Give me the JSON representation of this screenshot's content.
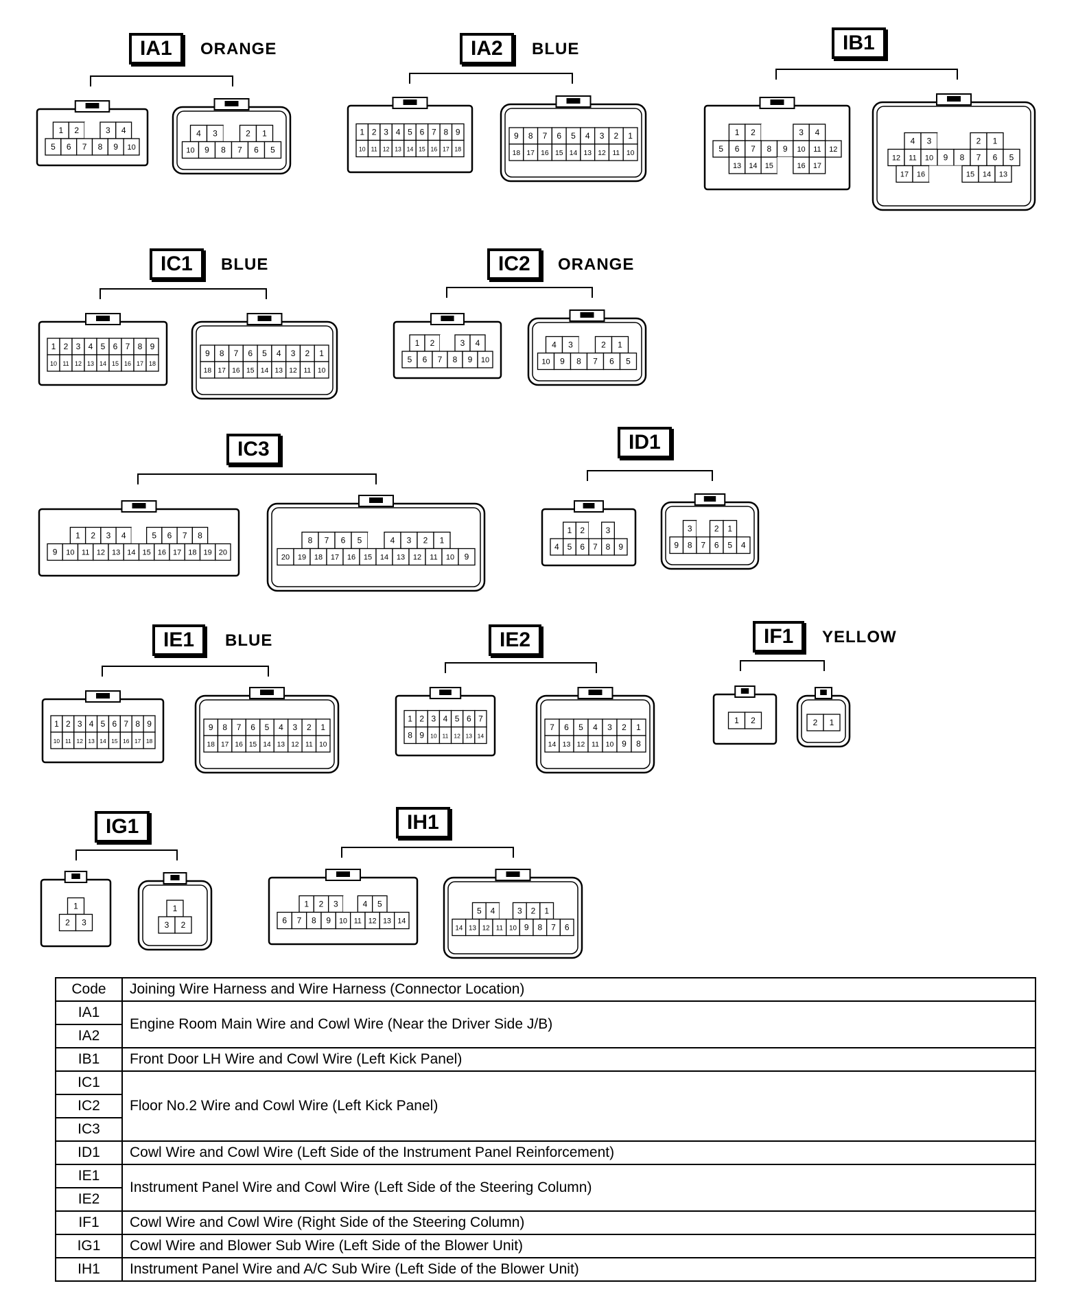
{
  "connectors": [
    {
      "code": "IA1",
      "color": "ORANGE",
      "rows_a": [
        [
          "1",
          "2",
          "",
          "3",
          "4"
        ],
        [
          "5",
          "6",
          "7",
          "8",
          "9",
          "10"
        ]
      ],
      "rows_b": [
        [
          "4",
          "3",
          "",
          "2",
          "1"
        ],
        [
          "10",
          "9",
          "8",
          "7",
          "6",
          "5"
        ]
      ]
    },
    {
      "code": "IA2",
      "color": "BLUE",
      "rows_a": [
        [
          "1",
          "2",
          "3",
          "4",
          "5",
          "6",
          "7",
          "8",
          "9"
        ],
        [
          "10",
          "11",
          "12",
          "13",
          "14",
          "15",
          "16",
          "17",
          "18"
        ]
      ],
      "rows_b": [
        [
          "9",
          "8",
          "7",
          "6",
          "5",
          "4",
          "3",
          "2",
          "1"
        ],
        [
          "18",
          "17",
          "16",
          "15",
          "14",
          "13",
          "12",
          "11",
          "10"
        ]
      ]
    },
    {
      "code": "IB1",
      "color": "",
      "rows_a": [
        [
          "1",
          "2",
          "",
          "",
          "3",
          "4"
        ],
        [
          "5",
          "6",
          "7",
          "8",
          "9",
          "10",
          "11",
          "12"
        ],
        [
          "13",
          "14",
          "15",
          "",
          "16",
          "17"
        ]
      ],
      "rows_b": [
        [
          "4",
          "3",
          "",
          "",
          "2",
          "1"
        ],
        [
          "12",
          "11",
          "10",
          "9",
          "8",
          "7",
          "6",
          "5"
        ],
        [
          "17",
          "16",
          "",
          "",
          "15",
          "14",
          "13"
        ]
      ]
    },
    {
      "code": "IC1",
      "color": "BLUE",
      "rows_a": [
        [
          "1",
          "2",
          "3",
          "4",
          "5",
          "6",
          "7",
          "8",
          "9"
        ],
        [
          "10",
          "11",
          "12",
          "13",
          "14",
          "15",
          "16",
          "17",
          "18"
        ]
      ],
      "rows_b": [
        [
          "9",
          "8",
          "7",
          "6",
          "5",
          "4",
          "3",
          "2",
          "1"
        ],
        [
          "18",
          "17",
          "16",
          "15",
          "14",
          "13",
          "12",
          "11",
          "10"
        ]
      ]
    },
    {
      "code": "IC2",
      "color": "ORANGE",
      "rows_a": [
        [
          "1",
          "2",
          "",
          "3",
          "4"
        ],
        [
          "5",
          "6",
          "7",
          "8",
          "9",
          "10"
        ]
      ],
      "rows_b": [
        [
          "4",
          "3",
          "",
          "2",
          "1"
        ],
        [
          "10",
          "9",
          "8",
          "7",
          "6",
          "5"
        ]
      ]
    },
    {
      "code": "IC3",
      "color": "",
      "rows_a": [
        [
          "1",
          "2",
          "3",
          "4",
          "",
          "5",
          "6",
          "7",
          "8"
        ],
        [
          "9",
          "10",
          "11",
          "12",
          "13",
          "14",
          "15",
          "16",
          "17",
          "18",
          "19",
          "20"
        ]
      ],
      "rows_b": [
        [
          "8",
          "7",
          "6",
          "5",
          "",
          "4",
          "3",
          "2",
          "1"
        ],
        [
          "20",
          "19",
          "18",
          "17",
          "16",
          "15",
          "14",
          "13",
          "12",
          "11",
          "10",
          "9"
        ]
      ]
    },
    {
      "code": "ID1",
      "color": "",
      "rows_a": [
        [
          "1",
          "2",
          "",
          "3"
        ],
        [
          "4",
          "5",
          "6",
          "7",
          "8",
          "9"
        ]
      ],
      "rows_b": [
        [
          "3",
          "",
          "2",
          "1"
        ],
        [
          "9",
          "8",
          "7",
          "6",
          "5",
          "4"
        ]
      ]
    },
    {
      "code": "IE1",
      "color": "BLUE",
      "rows_a": [
        [
          "1",
          "2",
          "3",
          "4",
          "5",
          "6",
          "7",
          "8",
          "9"
        ],
        [
          "10",
          "11",
          "12",
          "13",
          "14",
          "15",
          "16",
          "17",
          "18"
        ]
      ],
      "rows_b": [
        [
          "9",
          "8",
          "7",
          "6",
          "5",
          "4",
          "3",
          "2",
          "1"
        ],
        [
          "18",
          "17",
          "16",
          "15",
          "14",
          "13",
          "12",
          "11",
          "10"
        ]
      ]
    },
    {
      "code": "IE2",
      "color": "",
      "rows_a": [
        [
          "1",
          "2",
          "3",
          "4",
          "5",
          "6",
          "7"
        ],
        [
          "8",
          "9",
          "10",
          "11",
          "12",
          "13",
          "14"
        ]
      ],
      "rows_b": [
        [
          "7",
          "6",
          "5",
          "4",
          "3",
          "2",
          "1"
        ],
        [
          "14",
          "13",
          "12",
          "11",
          "10",
          "9",
          "8"
        ]
      ]
    },
    {
      "code": "IF1",
      "color": "YELLOW",
      "rows_a": [
        [
          "1",
          "2"
        ]
      ],
      "rows_b": [
        [
          "2",
          "1"
        ]
      ]
    },
    {
      "code": "IG1",
      "color": "",
      "rows_a": [
        [
          "1"
        ],
        [
          "2",
          "3"
        ]
      ],
      "rows_b": [
        [
          "1"
        ],
        [
          "3",
          "2"
        ]
      ]
    },
    {
      "code": "IH1",
      "color": "",
      "rows_a": [
        [
          "1",
          "2",
          "3",
          "",
          "4",
          "5"
        ],
        [
          "6",
          "7",
          "8",
          "9",
          "10",
          "11",
          "12",
          "13",
          "14"
        ]
      ],
      "rows_b": [
        [
          "5",
          "4",
          "",
          "3",
          "2",
          "1"
        ],
        [
          "14",
          "13",
          "12",
          "11",
          "10",
          "9",
          "8",
          "7",
          "6"
        ]
      ]
    }
  ],
  "table": {
    "header_code": "Code",
    "header_desc": "Joining Wire Harness and Wire Harness (Connector Location)",
    "rows": [
      {
        "codes": [
          "IA1",
          "IA2"
        ],
        "desc": "Engine Room Main Wire and Cowl Wire (Near the Driver Side J/B)"
      },
      {
        "codes": [
          "IB1"
        ],
        "desc": "Front Door LH Wire and Cowl Wire (Left Kick Panel)"
      },
      {
        "codes": [
          "IC1",
          "IC2",
          "IC3"
        ],
        "desc": "Floor No.2 Wire and Cowl Wire (Left Kick Panel)"
      },
      {
        "codes": [
          "ID1"
        ],
        "desc": "Cowl Wire and Cowl Wire (Left Side of the Instrument Panel Reinforcement)"
      },
      {
        "codes": [
          "IE1",
          "IE2"
        ],
        "desc": "Instrument Panel Wire and Cowl Wire (Left Side of the Steering Column)"
      },
      {
        "codes": [
          "IF1"
        ],
        "desc": "Cowl Wire and Cowl Wire (Right Side of the Steering Column)"
      },
      {
        "codes": [
          "IG1"
        ],
        "desc": "Cowl Wire and Blower Sub Wire (Left Side of the Blower Unit)"
      },
      {
        "codes": [
          "IH1"
        ],
        "desc": "Instrument Panel Wire and A/C Sub Wire (Left Side of the Blower Unit)"
      }
    ]
  }
}
